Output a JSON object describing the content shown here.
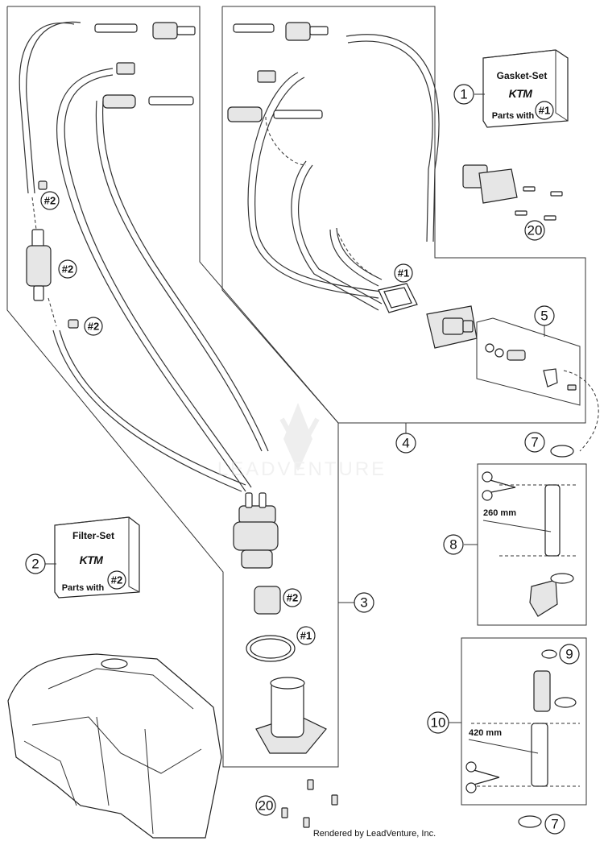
{
  "callouts": {
    "c1": "1",
    "c2": "2",
    "c3": "3",
    "c4": "4",
    "c5": "5",
    "c7a": "7",
    "c7b": "7",
    "c8": "8",
    "c9": "9",
    "c10": "10",
    "c20a": "20",
    "c20b": "20"
  },
  "refs": {
    "r1a": "#1",
    "r1b": "#1",
    "r1c": "#1",
    "r2a": "#2",
    "r2b": "#2",
    "r2c": "#2",
    "r2d": "#2",
    "r2e": "#2"
  },
  "gasket_set": {
    "title": "Gasket-Set",
    "brand": "KTM",
    "parts_with": "Parts with"
  },
  "filter_set": {
    "title": "Filter-Set",
    "brand": "KTM",
    "parts_with": "Parts with"
  },
  "dimensions": {
    "hose_8": "260 mm",
    "hose_10": "420 mm"
  },
  "watermark": "LEADVENTURE",
  "footer": "Rendered by LeadVenture, Inc."
}
